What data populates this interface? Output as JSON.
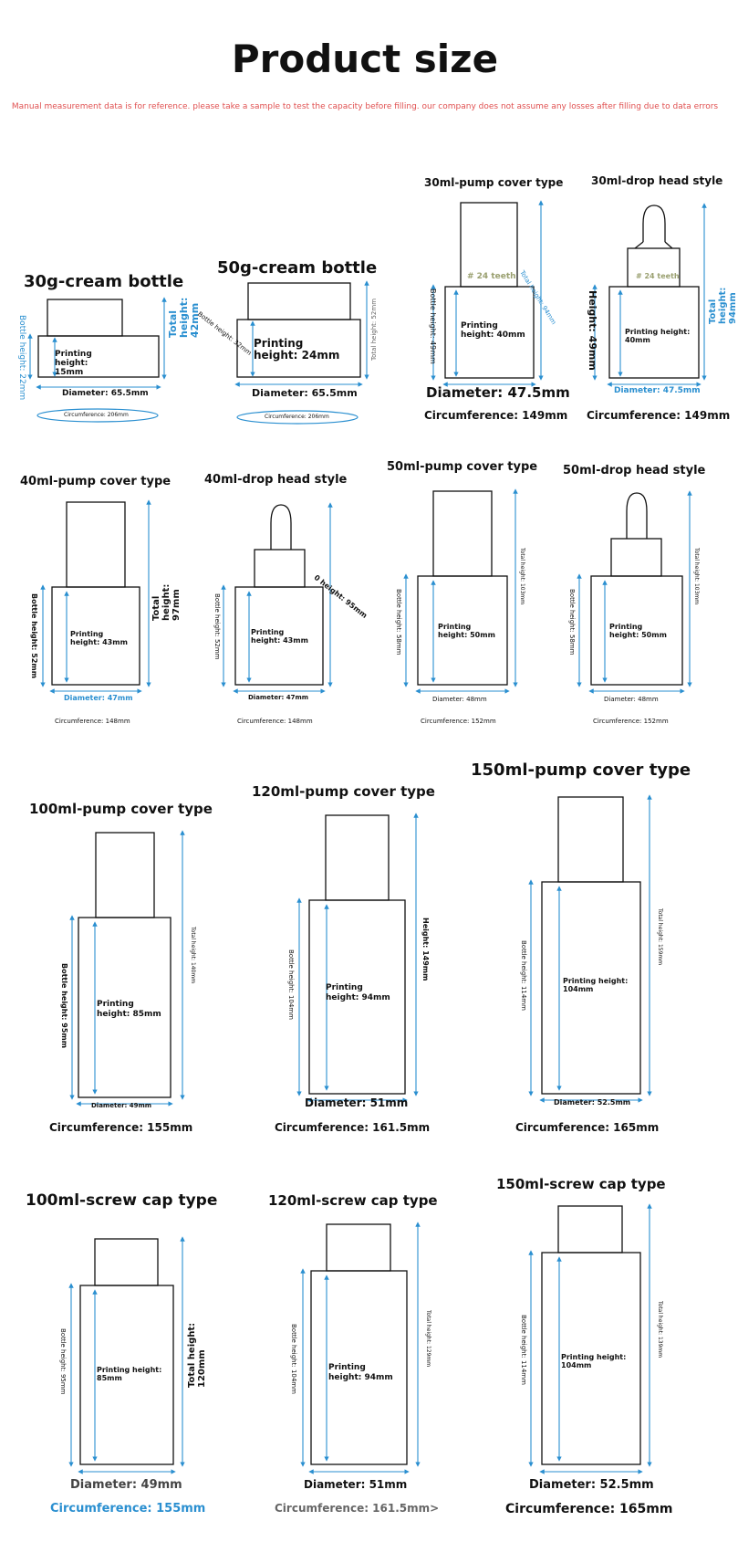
{
  "header": {
    "title": "Product size",
    "disclaimer": "Manual measurement data is for reference. please take a sample to test the capacity before filling. our company does not assume any losses after filling due to data errors"
  },
  "products": [
    {
      "name": "30g-cream bottle",
      "printing": "Printing height: 15mm",
      "bottle_height": "Bottle height: 22mm",
      "total_height": "Total height: 42mm",
      "diameter": "Diameter: 65.5mm",
      "circumference": "Circumference: 206mm"
    },
    {
      "name": "50g-cream bottle",
      "printing": "Printing height: 24mm",
      "bottle_height": "Bottle height: 32mm",
      "total_height": "Total height: 52mm",
      "diameter": "Diameter: 65.5mm",
      "circumference": "Circumference: 206mm"
    },
    {
      "name": "30ml-pump cover type",
      "teeth": "# 24 teeth",
      "printing": "Printing height: 40mm",
      "bottle_height": "Bottle height: 49mm",
      "total_height": "Total height: 94mm",
      "diameter": "Diameter: 47.5mm",
      "circumference": "Circumference: 149mm"
    },
    {
      "name": "30ml-drop head style",
      "teeth": "# 24 teeth",
      "printing": "Printing height: 40mm",
      "bottle_height": "Height: 49mm",
      "total_height": "Total height: 94mm",
      "diameter": "Diameter: 47.5mm",
      "circumference": "Circumference: 149mm"
    },
    {
      "name": "40ml-pump cover type",
      "printing": "Printing height: 43mm",
      "bottle_height": "Bottle height: 52mm",
      "total_height": "Total height: 97mm",
      "diameter": "Diameter: 47mm",
      "circumference": "Circumference: 148mm"
    },
    {
      "name": "40ml-drop head style",
      "printing": "Printing height: 43mm",
      "bottle_height": "Bottle height: 52mm",
      "total_height": "0 height: 95mm",
      "diameter": "Diameter: 47mm",
      "circumference": "Circumference: 148mm"
    },
    {
      "name": "50ml-pump cover type",
      "printing": "Printing height: 50mm",
      "bottle_height": "Bottle height: 58mm",
      "total_height": "Total height: 103mm",
      "diameter": "Diameter: 48mm",
      "circumference": "Circumference: 152mm"
    },
    {
      "name": "50ml-drop head style",
      "printing": "Printing height: 50mm",
      "bottle_height": "Bottle height: 58mm",
      "total_height": "Total height: 103mm",
      "diameter": "Diameter: 48mm",
      "circumference": "Circumference: 152mm"
    },
    {
      "name": "100ml-pump cover type",
      "printing": "Printing height: 85mm",
      "bottle_height": "Bottle height: 95mm",
      "total_height": "Total height: 140mm",
      "diameter": "Diameter: 49mm",
      "circumference": "Circumference: 155mm"
    },
    {
      "name": "120ml-pump cover type",
      "printing": "Printing height: 94mm",
      "bottle_height": "Bottle height: 104mm",
      "total_height": "Height: 149mm",
      "diameter": "Diameter: 51mm",
      "circumference": "Circumference: 161.5mm"
    },
    {
      "name": "150ml-pump cover type",
      "printing": "Printing height: 104mm",
      "bottle_height": "Bottle height: 114mm",
      "total_height": "Total height: 159mm",
      "diameter": "Diameter: 52.5mm",
      "circumference": "Circumference: 165mm"
    },
    {
      "name": "100ml-screw cap type",
      "printing": "Printing height: 85mm",
      "bottle_height": "Bottle height: 95mm",
      "total_height": "Total height: 120mm",
      "diameter": "Diameter: 49mm",
      "circumference": "Circumference: 155mm"
    },
    {
      "name": "120ml-screw cap type",
      "printing": "Printing height: 94mm",
      "bottle_height": "Bottle height: 104mm",
      "total_height": "Total height: 129mm",
      "diameter": "Diameter: 51mm",
      "circumference": "Circumference: 161.5mm>"
    },
    {
      "name": "150ml-screw cap type",
      "printing": "Printing height: 104mm",
      "bottle_height": "Bottle height: 114mm",
      "total_height": "Total height: 139mm",
      "diameter": "Diameter: 52.5mm",
      "circumference": "Circumference: 165mm"
    }
  ],
  "colors": {
    "dimension_blue": "#2a8fd0",
    "disclaimer_red": "#e05050",
    "teeth_olive": "#9aa070"
  }
}
